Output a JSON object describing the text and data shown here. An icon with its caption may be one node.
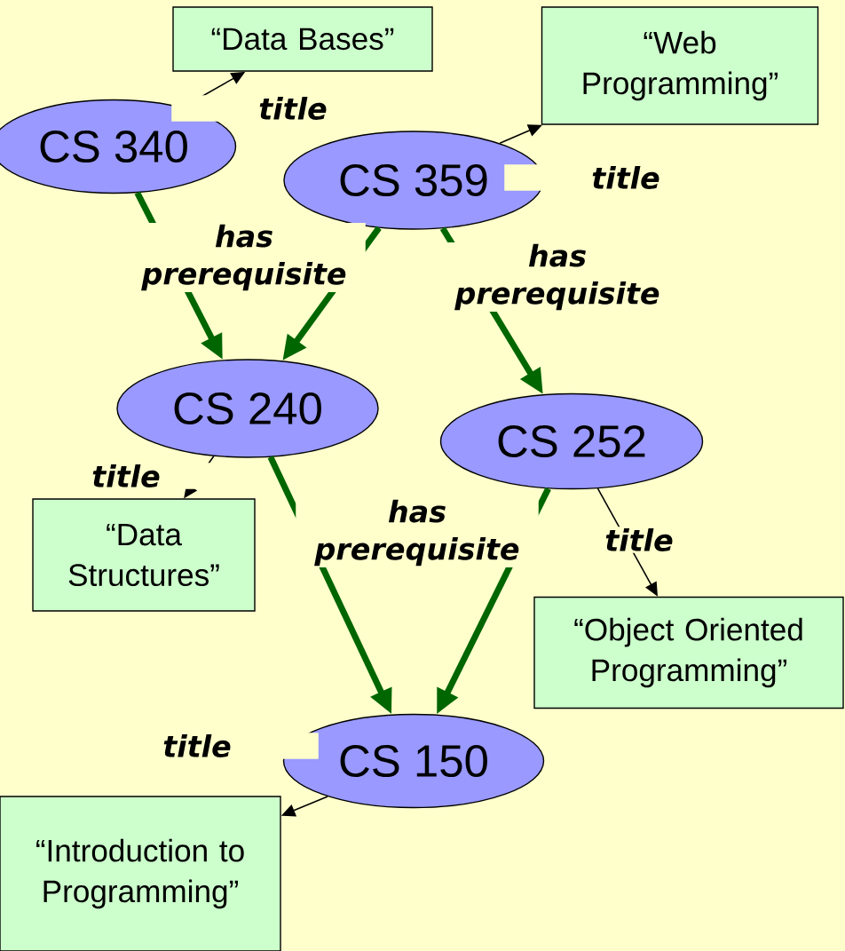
{
  "diagram": {
    "nodes": [
      {
        "text": [
          "CS 340"
        ]
      },
      {
        "text": [
          "“Data Bases”"
        ]
      },
      {
        "text": [
          "CS 359"
        ]
      },
      {
        "text": [
          "“Web Programming”"
        ]
      },
      {
        "text": [
          "CS 240"
        ]
      },
      {
        "text": [
          "CS 252"
        ]
      },
      {
        "text": [
          "“Data Structures”"
        ]
      },
      {
        "text": [
          "“Object Oriented Programming”"
        ]
      },
      {
        "text": [
          "CS 150"
        ]
      },
      {
        "text": [
          "“Introduction to Programming”"
        ]
      }
    ],
    "edges": [
      {
        "from": 0,
        "to": 1,
        "arrow": "to",
        "label": "title"
      },
      {
        "from": 2,
        "to": 3,
        "arrow": "to",
        "label": "title"
      },
      {
        "from": 0,
        "to": 4,
        "arrow": "to",
        "label": "has prerequisite",
        "style": "thick",
        "color": "#006600"
      },
      {
        "from": 2,
        "to": 4,
        "arrow": "to",
        "style": "thick",
        "color": "#006600"
      },
      {
        "from": 2,
        "to": 5,
        "arrow": "to",
        "label": "has prerequisite",
        "style": "thick",
        "color": "#006600"
      },
      {
        "from": 4,
        "to": 6,
        "arrow": "to",
        "label": "title"
      },
      {
        "from": 5,
        "to": 7,
        "arrow": "to",
        "label": "title"
      },
      {
        "from": 4,
        "to": 8,
        "arrow": "to",
        "label": "has prerequisite",
        "style": "thick",
        "color": "#006600"
      },
      {
        "from": 5,
        "to": 8,
        "arrow": "to",
        "style": "thick",
        "color": "#006600"
      },
      {
        "from": 8,
        "to": 9,
        "arrow": "to",
        "label": "title"
      }
    ]
  }
}
